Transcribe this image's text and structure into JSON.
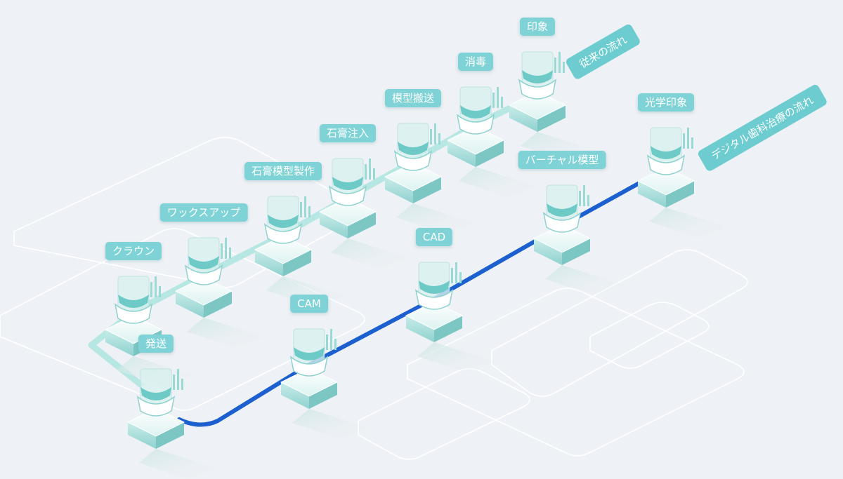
{
  "colors": {
    "background": "#eef1f5",
    "traditional_path": "#b6e7e2",
    "digital_path": "#1c5fcf",
    "label_bg": "#7fd3d6",
    "banner_bg": "#6ccccf"
  },
  "banners": {
    "traditional": "従来の流れ",
    "digital": "デジタル歯科治療の流れ"
  },
  "traditional_steps": [
    {
      "label": "印象",
      "icon": "impression-tray-icon"
    },
    {
      "label": "消毒",
      "icon": "disinfection-icon"
    },
    {
      "label": "模型搬送",
      "icon": "transport-truck-icon"
    },
    {
      "label": "石膏注入",
      "icon": "plaster-pour-icon"
    },
    {
      "label": "石膏模型製作",
      "icon": "plaster-model-icon"
    },
    {
      "label": "ワックスアップ",
      "icon": "wax-up-icon"
    },
    {
      "label": "クラウン",
      "icon": "crown-tooth-icon"
    }
  ],
  "shared_step": {
    "label": "発送",
    "icon": "ambulance-shipping-icon"
  },
  "digital_steps": [
    {
      "label": "光学印象",
      "icon": "optical-scan-icon"
    },
    {
      "label": "バーチャル模型",
      "icon": "virtual-model-icon"
    },
    {
      "label": "CAD",
      "icon": "cad-wireframe-tooth-icon"
    },
    {
      "label": "CAM",
      "icon": "cam-milling-tooth-icon"
    }
  ]
}
